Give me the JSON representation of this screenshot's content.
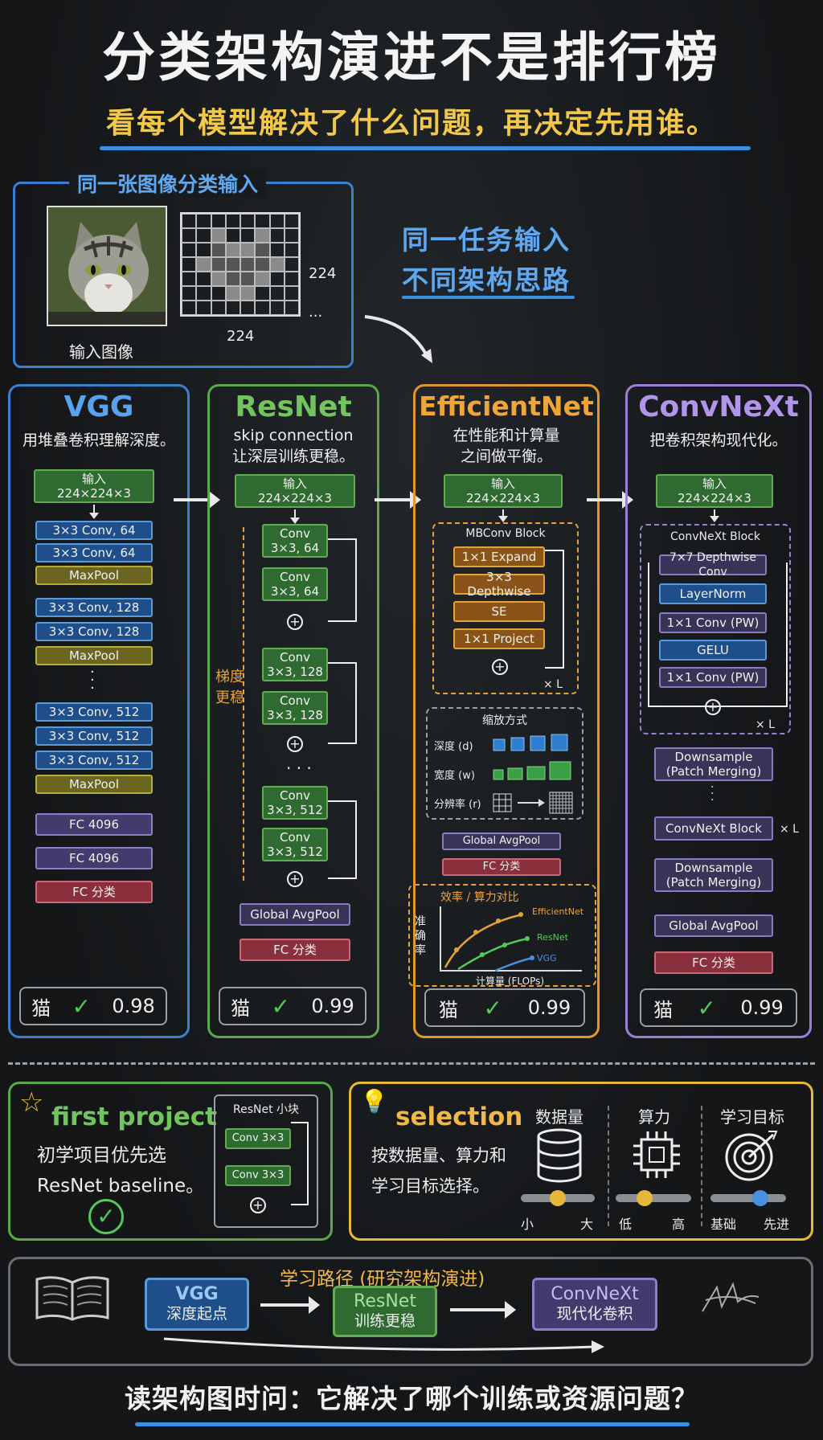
{
  "header": {
    "title": "分类架构演进不是排行榜",
    "subtitle": "看每个模型解决了什么问题，再决定先用谁。"
  },
  "input_panel": {
    "title": "同一张图像分类输入",
    "image_label": "输入图像",
    "dim_w": "224",
    "dim_h": "224",
    "ellipsis": "..."
  },
  "note": {
    "line1": "同一任务输入",
    "line2": "不同架构思路"
  },
  "columns": {
    "vgg": {
      "title": "VGG",
      "desc": "用堆叠卷积理解深度。",
      "input": "输入\n224×224×3",
      "layers": [
        "3×3 Conv, 64",
        "3×3 Conv, 64",
        "MaxPool",
        "3×3 Conv, 128",
        "3×3 Conv, 128",
        "MaxPool",
        "3×3 Conv, 512",
        "3×3 Conv, 512",
        "3×3 Conv, 512",
        "MaxPool",
        "FC 4096",
        "FC 4096",
        "FC 分类"
      ],
      "result_label": "猫",
      "result_score": "0.98",
      "color": "#3b7fd0"
    },
    "resnet": {
      "title": "ResNet",
      "desc1": "skip connection",
      "desc2": "让深层训练更稳。",
      "input": "输入\n224×224×3",
      "convs": [
        "Conv\n3×3, 64",
        "Conv\n3×3, 64",
        "Conv\n3×3, 128",
        "Conv\n3×3, 128",
        "Conv\n3×3, 512",
        "Conv\n3×3, 512"
      ],
      "side_note": "梯度\n更稳",
      "pool": "Global AvgPool",
      "fc": "FC 分类",
      "result_label": "猫",
      "result_score": "0.99",
      "color": "#5aa84a"
    },
    "efficientnet": {
      "title": "EfficientNet",
      "desc1": "在性能和计算量",
      "desc2": "之间做平衡。",
      "input": "输入\n224×224×3",
      "block_title": "MBConv Block",
      "block_layers": [
        "1×1 Expand",
        "3×3 Depthwise",
        "SE",
        "1×1 Project"
      ],
      "repeat": "× L",
      "scaling_title": "缩放方式",
      "scaling_rows": [
        "深度 (d)",
        "宽度 (w)",
        "分辨率 (r)"
      ],
      "pool": "Global AvgPool",
      "fc": "FC 分类",
      "chart_title": "效率 / 算力对比",
      "chart_ylabel": "准\n确\n率",
      "chart_xlabel": "计算量 (FLOPs)",
      "chart_series": [
        "EfficientNet",
        "ResNet",
        "VGG"
      ],
      "result_label": "猫",
      "result_score": "0.99",
      "color": "#e4962e"
    },
    "convnext": {
      "title": "ConvNeXt",
      "desc": "把卷积架构现代化。",
      "input": "输入\n224×224×3",
      "block_title": "ConvNeXt Block",
      "block_layers": [
        "7×7 Depthwise Conv",
        "LayerNorm",
        "1×1 Conv (PW)",
        "GELU",
        "1×1 Conv (PW)"
      ],
      "repeat": "× L",
      "downsample": "Downsample\n(Patch Merging)",
      "block2": "ConvNeXt Block",
      "repeat2": "× L",
      "pool": "Global AvgPool",
      "fc": "FC 分类",
      "result_label": "猫",
      "result_score": "0.99",
      "color": "#9b7fd6"
    }
  },
  "first_project": {
    "title": "first project",
    "line1": "初学项目优先选",
    "line2": "ResNet baseline。",
    "mini_title": "ResNet 小块",
    "mini_conv1": "Conv 3×3",
    "mini_conv2": "Conv 3×3"
  },
  "selection": {
    "title": "selection",
    "line1": "按数据量、算力和",
    "line2": "学习目标选择。",
    "factors": [
      {
        "name": "数据量",
        "low": "小",
        "high": "大",
        "level": 0.5
      },
      {
        "name": "算力",
        "low": "低",
        "high": "高",
        "level": 0.4
      },
      {
        "name": "学习目标",
        "low": "基础",
        "high": "先进",
        "level": 0.6
      }
    ]
  },
  "path": {
    "title": "学习路径 (研究架构演进)",
    "steps": [
      {
        "name": "VGG",
        "desc": "深度起点"
      },
      {
        "name": "ResNet",
        "desc": "训练更稳"
      },
      {
        "name": "ConvNeXt",
        "desc": "现代化卷积"
      }
    ]
  },
  "footer": "读架构图时问：它解决了哪个训练或资源问题？"
}
